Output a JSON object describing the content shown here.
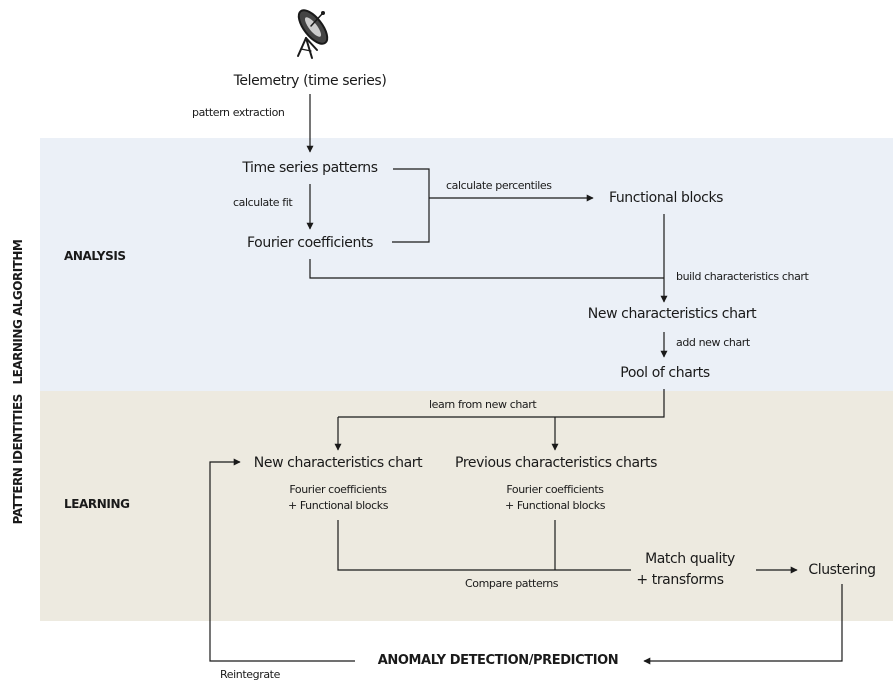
{
  "side_label": {
    "part1": "PATTERN IDENTITIES",
    "part2": "LEARNING ALGORITHM"
  },
  "sections": {
    "analysis": "ANALYSIS",
    "learning": "LEARNING"
  },
  "icon": "satellite-dish-icon",
  "nodes": {
    "telemetry": "Telemetry (time series)",
    "time_series_patterns": "Time series patterns",
    "fourier_coefficients": "Fourier coefficients",
    "functional_blocks": "Functional blocks",
    "new_chart": "New characteristics chart",
    "pool": "Pool of charts",
    "new_chart_learning": "New characteristics chart",
    "previous_charts": "Previous characteristics charts",
    "match_quality_1": "Match quality",
    "match_quality_2": "+ transforms",
    "clustering": "Clustering",
    "anomaly": "ANOMALY DETECTION/PREDICTION"
  },
  "sublabels": {
    "new_chart_1": "Fourier coefficients",
    "new_chart_2": "+ Functional blocks",
    "previous_1": "Fourier coefficients",
    "previous_2": "+ Functional blocks"
  },
  "edge_labels": {
    "pattern_extraction": "pattern extraction",
    "calculate_fit": "calculate fit",
    "calculate_percentiles": "calculate percentiles",
    "build_chart": "build characteristics chart",
    "add_new_chart": "add new chart",
    "learn_from_new_chart": "learn from new chart",
    "compare_patterns": "Compare patterns",
    "reintegrate": "Reintegrate"
  },
  "colors": {
    "analysis_band": "#ebf0f7",
    "learning_band": "#edeae0",
    "lines": "#1a1a1a"
  }
}
